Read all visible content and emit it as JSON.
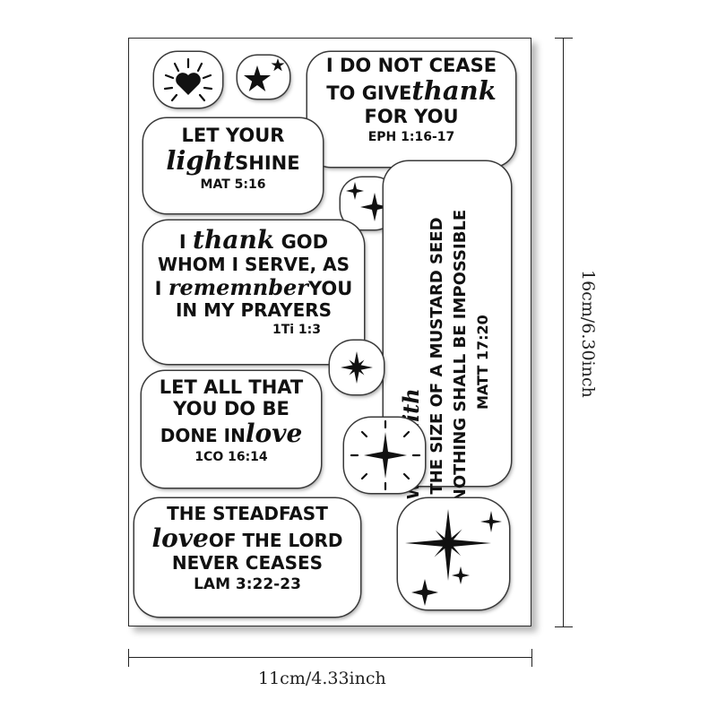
{
  "stamps": {
    "eph": {
      "line1": "I DO NOT CEASE",
      "line2a": "TO GIVE",
      "line2b": "thank",
      "line3": "FOR YOU",
      "ref": "EPH 1:16-17"
    },
    "mat": {
      "line1": "LET YOUR",
      "line2a": "light",
      "line2b": "SHINE",
      "ref": "MAT 5:16"
    },
    "tim": {
      "line1a": "I",
      "line1b": "thank",
      "line1c": "GOD",
      "line2": "WHOM I SERVE, AS",
      "line3a": "I",
      "line3b": "rememnber",
      "line3c": "YOU",
      "line4": "IN MY PRAYERS",
      "ref": "1Ti 1:3"
    },
    "cor": {
      "line1": "LET ALL THAT",
      "line2": "YOU DO BE",
      "line3a": "DONE IN",
      "line3b": "love",
      "ref": "1CO 16:14"
    },
    "lam": {
      "line1": "THE STEADFAST",
      "line2a": "love",
      "line2b": "OF THE LORD",
      "line3": "NEVER CEASES",
      "ref": "LAM 3:22-23"
    },
    "matt": {
      "col1a": "WITH",
      "col1b": "faith",
      "col2": "THE SIZE OF A MUSTARD SEED",
      "col3": "NOTHING SHALL BE IMPOSSIBLE",
      "col4": "MATT 17:20"
    }
  },
  "dimensions": {
    "width_label": "11cm/4.33inch",
    "height_label": "16cm/6.30inch"
  }
}
